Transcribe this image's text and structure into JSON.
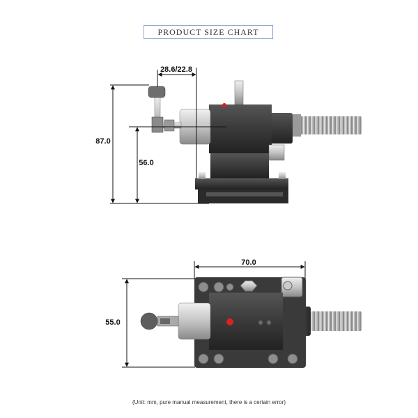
{
  "title": "PRODUCT SIZE CHART",
  "side_view": {
    "dim_top": "28.6/22.8",
    "dim_total_height": "87.0",
    "dim_axis_height": "56.0"
  },
  "top_view": {
    "dim_length": "70.0",
    "dim_width": "55.0"
  },
  "footnote": "(Unit: mm, pure manual measurement, there is a certain error)",
  "colors": {
    "body_dark": "#3a3a3a",
    "metal_light": "#c8c8c8",
    "led_red": "#e02020",
    "title_border": "#8aa9d6"
  }
}
